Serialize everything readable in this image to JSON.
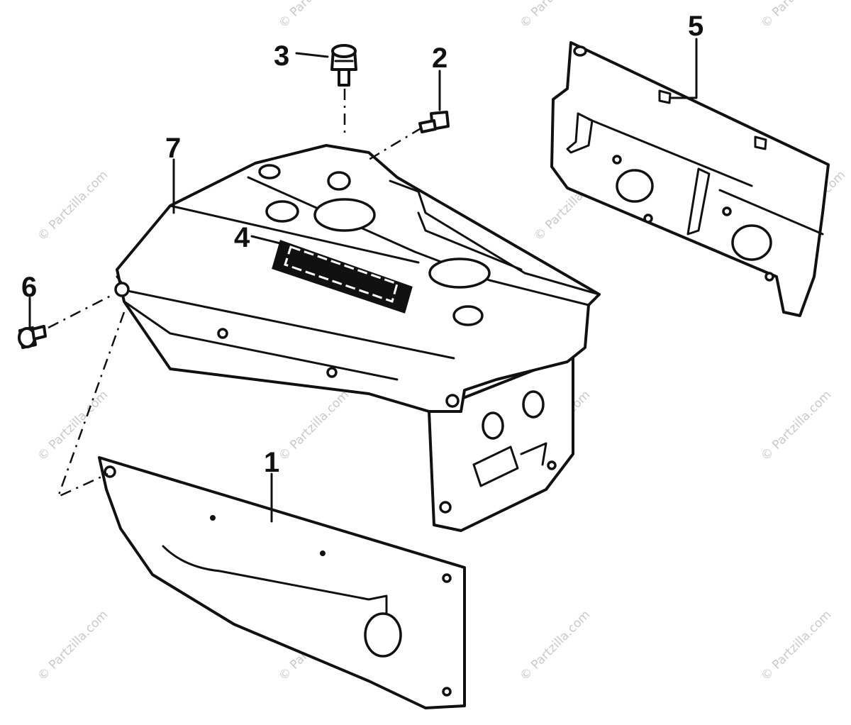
{
  "callouts": [
    "1",
    "2",
    "3",
    "4",
    "5",
    "6",
    "7"
  ],
  "watermark": "© Partzilla.com"
}
